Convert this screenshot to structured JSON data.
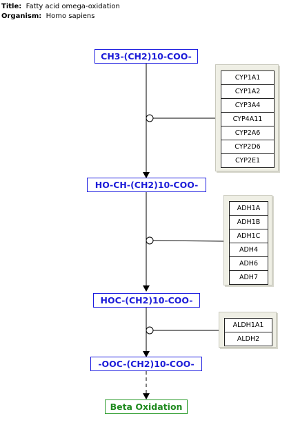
{
  "header": {
    "title_label": "Title:",
    "title": "Fatty acid omega-oxidation",
    "organism_label": "Organism:",
    "organism": "Homo sapiens"
  },
  "metabolites": [
    "CH3-(CH2)10-COO-",
    "HO-CH-(CH2)10-COO-",
    "HOC-(CH2)10-COO-",
    "-OOC-(CH2)10-COO-"
  ],
  "end_product": "Beta Oxidation",
  "enzymes": [
    [
      "CYP1A1",
      "CYP1A2",
      "CYP3A4",
      "CYP4A11",
      "CYP2A6",
      "CYP2D6",
      "CYP2E1"
    ],
    [
      "ADH1A",
      "ADH1B",
      "ADH1C",
      "ADH4",
      "ADH6",
      "ADH7"
    ],
    [
      "ALDH1A1",
      "ALDH2"
    ]
  ]
}
